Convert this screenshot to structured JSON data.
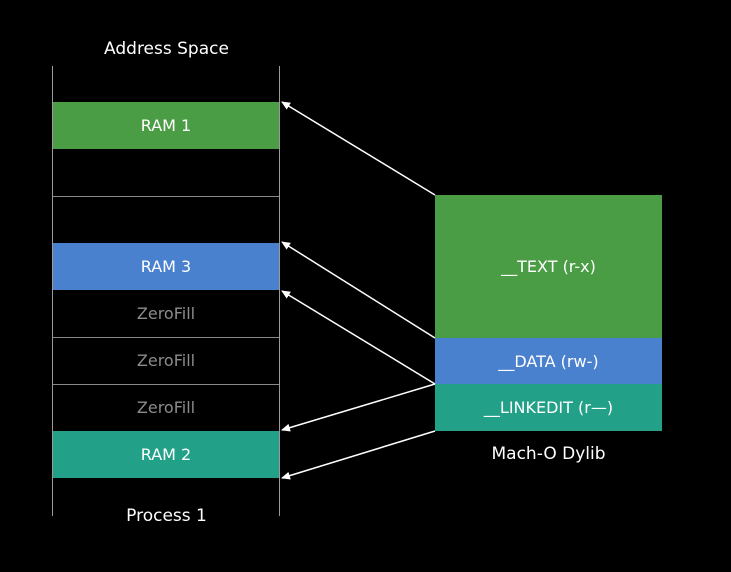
{
  "address_space": {
    "title": "Address Space",
    "footer": "Process 1",
    "slots": [
      {
        "label": "RAM 1",
        "kind": "ram-green"
      },
      {
        "label": "",
        "kind": "empty"
      },
      {
        "label": "",
        "kind": "empty"
      },
      {
        "label": "RAM 3",
        "kind": "ram-blue"
      },
      {
        "label": "ZeroFill",
        "kind": "zerofill"
      },
      {
        "label": "ZeroFill",
        "kind": "zerofill"
      },
      {
        "label": "ZeroFill",
        "kind": "zerofill"
      },
      {
        "label": "RAM 2",
        "kind": "ram-teal"
      }
    ]
  },
  "dylib": {
    "caption": "Mach-O Dylib",
    "segments": [
      {
        "label": "__TEXT (r-x)",
        "kind": "text"
      },
      {
        "label": "__DATA (rw-)",
        "kind": "data"
      },
      {
        "label": "__LINKEDIT (r—)",
        "kind": "linkedit"
      }
    ]
  },
  "colors": {
    "background": "#000000",
    "green": "#4b9d45",
    "blue": "#4a81cf",
    "teal": "#22a088",
    "zerofill_text": "#8c8c8c",
    "divider": "#8a8a8a",
    "arrow": "#ffffff"
  }
}
